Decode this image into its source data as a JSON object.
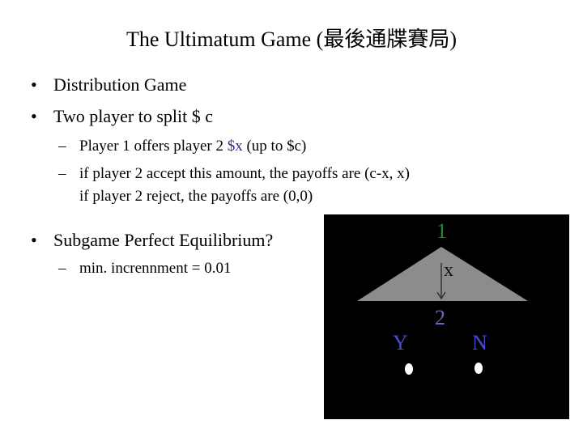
{
  "title": "The Ultimatum Game (最後通牒賽局)",
  "bullets": [
    "Distribution Game",
    "Two player to split $ c"
  ],
  "sub": {
    "line1_pre": "Player 1 offers player 2 ",
    "line1_hl": "$x",
    "line1_post": " (up to $c)",
    "line2": "if player 2 accept this amount, the payoffs are (c-x, x)",
    "line3": "if player 2 reject, the payoffs are (0,0)"
  },
  "bullet3": "Subgame Perfect Equilibrium?",
  "sub2": "min. incrennment = 0.01",
  "bullet_symbol": "•",
  "dash_symbol": "–",
  "tree": {
    "node1": "1",
    "offer": "x",
    "node2": "2",
    "yes": "Y",
    "no": "N",
    "colors": {
      "background": "#000000",
      "triangle": "#8c8c8c",
      "node1": "#1f8a3a",
      "offer": "#111111",
      "node2": "#6a6ab0",
      "yes": "#4a4ad0",
      "no": "#4a4ad0",
      "dots": "#ffffff"
    }
  }
}
